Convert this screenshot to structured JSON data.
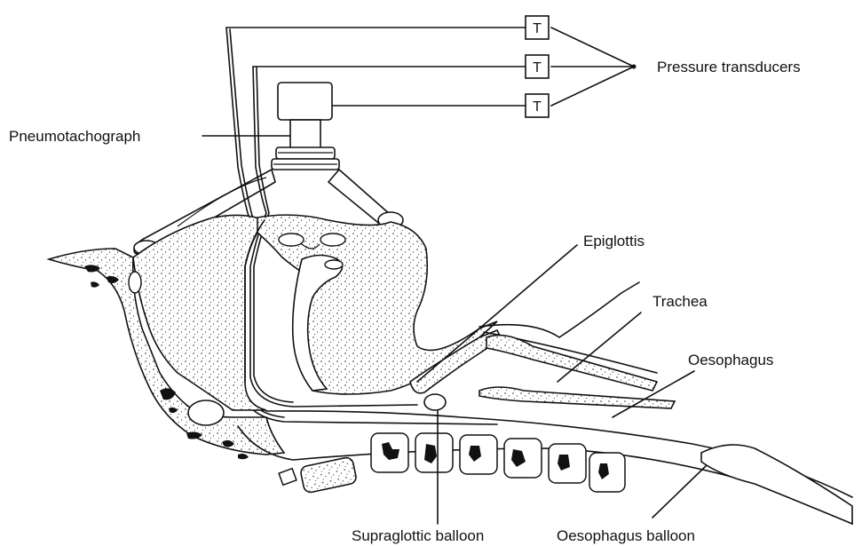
{
  "labels": {
    "pressure_transducers": "Pressure transducers",
    "pneumotachograph": "Pneumotachograph",
    "epiglottis": "Epiglottis",
    "trachea": "Trachea",
    "oesophagus": "Oesophagus",
    "supraglottic_balloon": "Supraglottic balloon",
    "oesophagus_balloon": "Oesophagus balloon"
  },
  "transducers": [
    {
      "letter": "T"
    },
    {
      "letter": "T"
    },
    {
      "letter": "T"
    }
  ],
  "colors": {
    "ink": "#111111",
    "background": "#ffffff"
  }
}
